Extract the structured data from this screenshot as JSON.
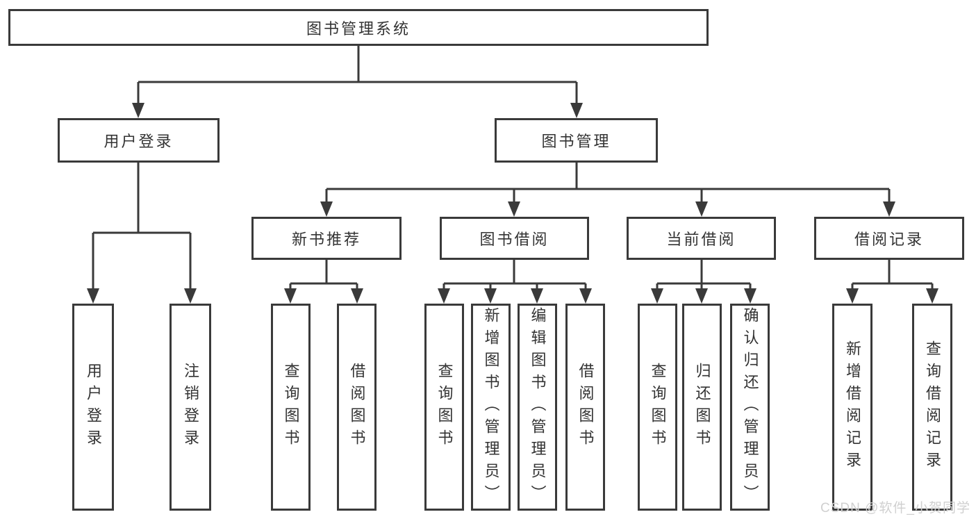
{
  "tree": {
    "root": {
      "label": "图书管理系统"
    },
    "level2": [
      {
        "label": "用户登录"
      },
      {
        "label": "图书管理"
      }
    ],
    "level3": [
      {
        "label": "新书推荐"
      },
      {
        "label": "图书借阅"
      },
      {
        "label": "当前借阅"
      },
      {
        "label": "借阅记录"
      }
    ],
    "leaves": {
      "user_login": [
        {
          "label": "用户登录"
        },
        {
          "label": "注销登录"
        }
      ],
      "new_book_rec": [
        {
          "label": "查询图书"
        },
        {
          "label": "借阅图书"
        }
      ],
      "book_borrow": [
        {
          "label": "查询图书"
        },
        {
          "label": "新增图书（管理员）"
        },
        {
          "label": "编辑图书（管理员）"
        },
        {
          "label": "借阅图书"
        }
      ],
      "current_borrow": [
        {
          "label": "查询图书"
        },
        {
          "label": "归还图书"
        },
        {
          "label": "确认归还（管理员）"
        }
      ],
      "borrow_records": [
        {
          "label": "新增借阅记录"
        },
        {
          "label": "查询借阅记录"
        }
      ]
    }
  },
  "watermark": {
    "text": "CSDN @软件_小贺同学"
  },
  "colors": {
    "line": "#3a3a3a",
    "text": "#333333",
    "watermark": "#d0d0d0",
    "node_background": "#ffffff"
  }
}
